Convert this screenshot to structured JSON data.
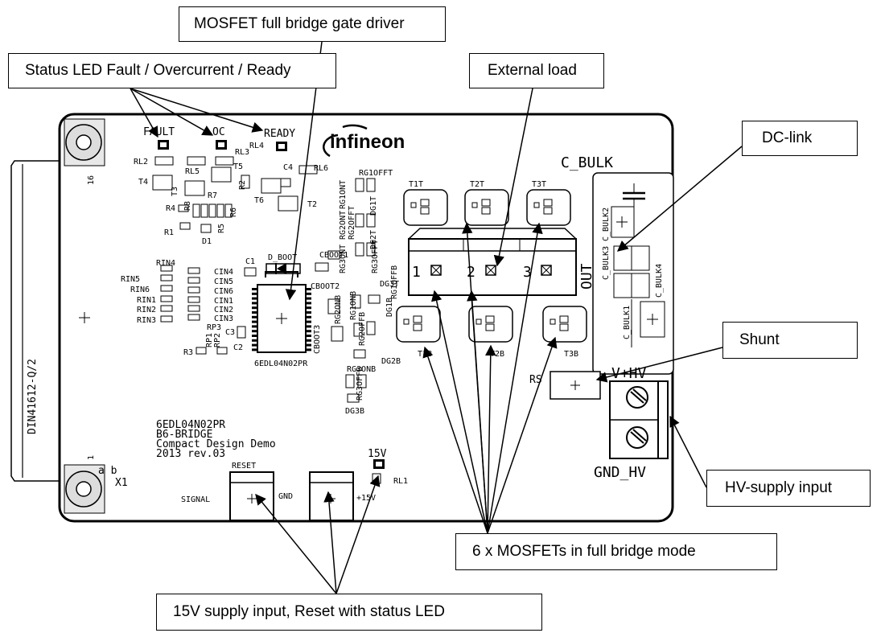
{
  "callouts": {
    "gate_driver": "MOSFET full bridge gate driver",
    "status_led": "Status LED Fault / Overcurrent / Ready",
    "external_load": "External load",
    "dc_link": "DC-link",
    "shunt": "Shunt",
    "hv_supply": "HV-supply input",
    "mosfets": "6 x MOSFETs in full bridge mode",
    "supply_15v": "15V supply input, Reset with status LED"
  },
  "board": {
    "brand": "infineon",
    "led_fault": "FAULT",
    "led_oc": "OC",
    "led_ready": "READY",
    "c_bulk": "C_BULK",
    "out": "OUT",
    "out_pins": [
      "1",
      "2",
      "3"
    ],
    "connector": "DIN41612-Q/2",
    "connector_x1": "X1",
    "connector_ab": "a b",
    "pin16": "16",
    "pin1": "1",
    "ic_name": "6EDL04N02PR",
    "d_boot": "D_BOOT",
    "info_lines": [
      "6EDL04N02PR",
      "B6-BRIDGE",
      "Compact Design Demo",
      "2013 rev.03"
    ],
    "v15": "15V",
    "v15_plus": "+15V",
    "reset": "RESET",
    "signal": "SIGNAL",
    "gnd": "GND",
    "rl1": "RL1",
    "rs": "RS",
    "v_hv": "V+HV",
    "gnd_hv": "GND_HV",
    "mosfet_top": [
      "T1T",
      "T2T",
      "T3T"
    ],
    "mosfet_bottom": [
      "T1B",
      "T2B",
      "T3B"
    ],
    "c_bulk_labels": [
      "C_BULK2",
      "C_BULK3",
      "C_BULK4",
      "C_BULK1"
    ],
    "small_top": [
      "RL2",
      "RL5",
      "RL3",
      "RL4",
      "RL6",
      "T4",
      "T3",
      "T5",
      "T6",
      "T2",
      "R4",
      "R7",
      "R8",
      "R6",
      "R1",
      "R5",
      "D1",
      "R2",
      "C4"
    ],
    "rin_labels": [
      "RIN4",
      "RIN5",
      "RIN6",
      "RIN1",
      "RIN2",
      "RIN3"
    ],
    "cin_labels": [
      "CIN4",
      "CIN5",
      "CIN6",
      "CIN1",
      "CIN2",
      "CIN3"
    ],
    "misc_left": [
      "RP3",
      "RP1",
      "RP2",
      "C3",
      "R3",
      "C2",
      "C1"
    ],
    "gate_labels": [
      "RG1OFFT",
      "RG1ONT",
      "DG1T",
      "RG2ONT",
      "RG2OFFT",
      "DG2T",
      "RG3ONT",
      "RG3OFFT",
      "RG1OFFB",
      "DG3T",
      "CBOOT1",
      "CBOOT2",
      "CBOOT3",
      "RG1ONB",
      "RG2ONB",
      "DG1B",
      "RG2OFFB",
      "DG2B",
      "RG3ONB",
      "RG3OFFB",
      "DG3B"
    ]
  }
}
